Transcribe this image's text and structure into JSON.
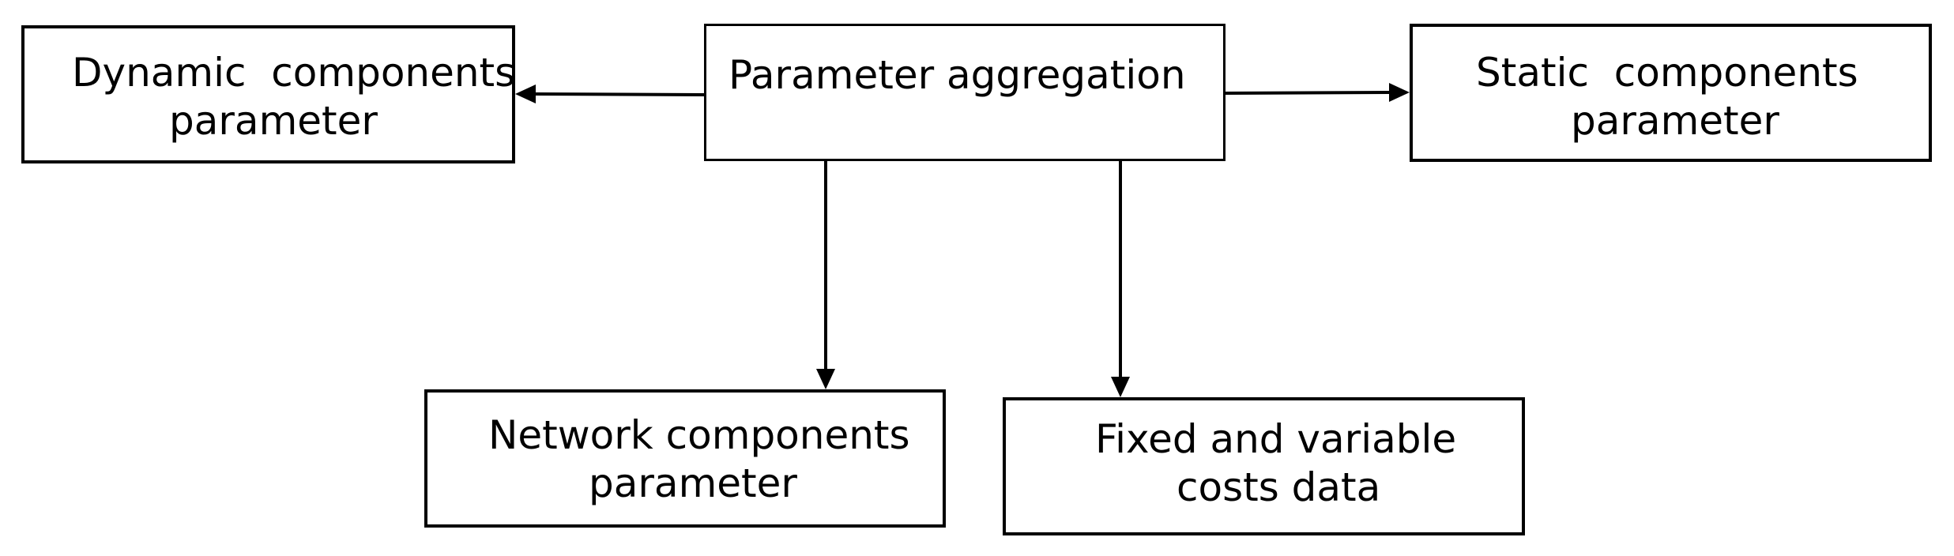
{
  "diagram": {
    "nodes": {
      "parameter_aggregation": {
        "lines": [
          "Parameter aggregation"
        ]
      },
      "dynamic": {
        "lines": [
          "Dynamic  components",
          "parameter"
        ]
      },
      "static": {
        "lines": [
          "Static  components",
          "parameter"
        ]
      },
      "network": {
        "lines": [
          "Network components",
          "parameter"
        ]
      },
      "costs": {
        "lines": [
          "Fixed and variable",
          "costs data"
        ]
      }
    },
    "edges": [
      {
        "from": "parameter_aggregation",
        "to": "dynamic"
      },
      {
        "from": "parameter_aggregation",
        "to": "static"
      },
      {
        "from": "parameter_aggregation",
        "to": "network"
      },
      {
        "from": "parameter_aggregation",
        "to": "costs"
      }
    ],
    "colors": {
      "line": "#000000",
      "box_fill": "#ffffff",
      "text": "#000000"
    }
  }
}
